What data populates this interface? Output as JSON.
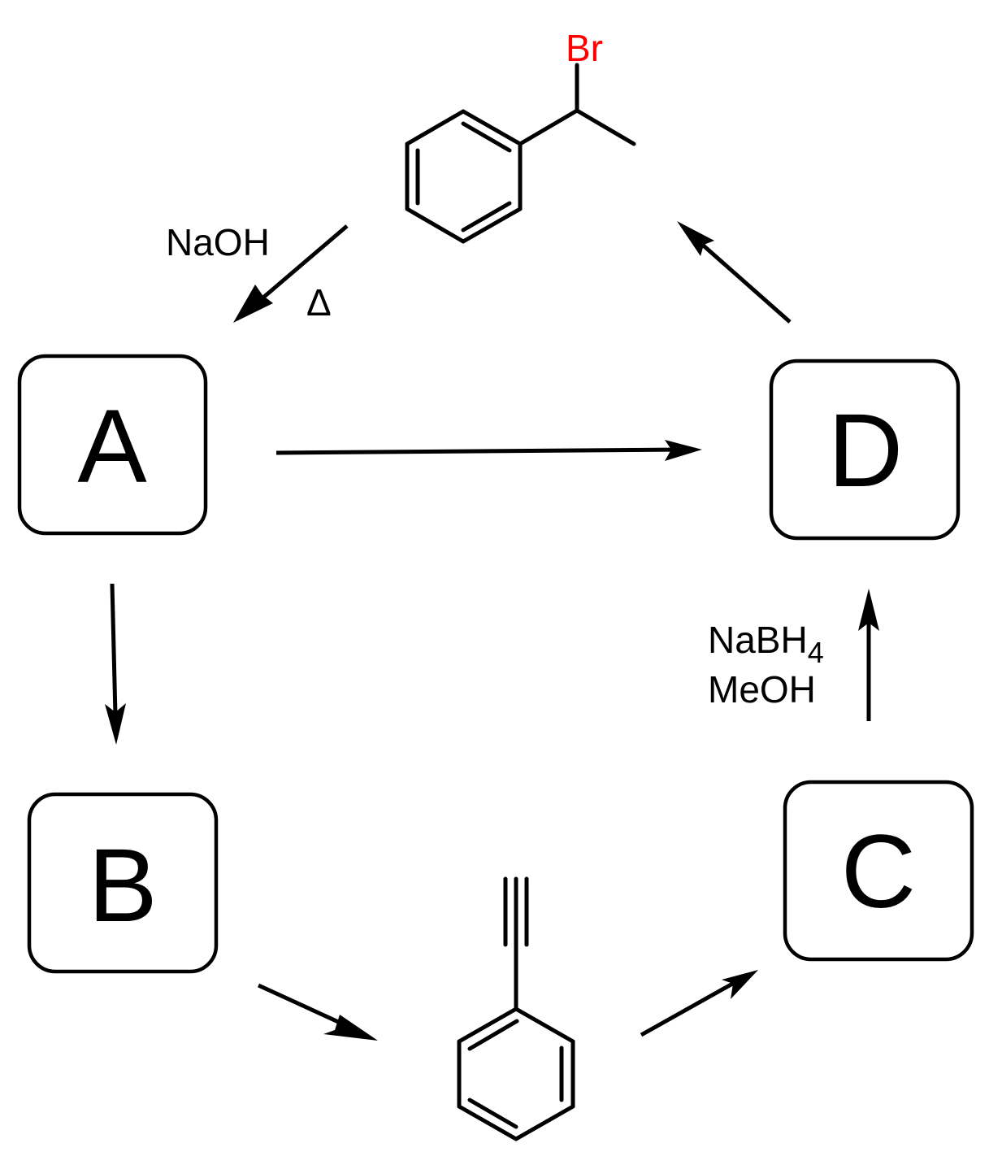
{
  "title": "Reaction scheme: 1-bromo-1-phenylethane cycle through unknowns A, B, C, D",
  "colors": {
    "bromine": "#ff0000",
    "bond": "#000000",
    "background": "#ffffff"
  },
  "compounds": {
    "start": {
      "name": "(1-bromoethyl)benzene",
      "heteroatom_label": "Br"
    },
    "alkyne": {
      "name": "phenylacetylene"
    }
  },
  "boxes": {
    "A": "A",
    "B": "B",
    "C": "C",
    "D": "D"
  },
  "reagents": {
    "start_to_A": {
      "line1": "NaOH",
      "line2": "Δ"
    },
    "C_to_D": {
      "line1_main": "NaBH",
      "line1_sub": "4",
      "line2": "MeOH"
    }
  },
  "arrows": [
    {
      "from": "start",
      "to": "A",
      "label": "NaOH, Δ"
    },
    {
      "from": "A",
      "to": "D",
      "label": ""
    },
    {
      "from": "A",
      "to": "B",
      "label": ""
    },
    {
      "from": "B",
      "to": "alkyne",
      "label": ""
    },
    {
      "from": "alkyne",
      "to": "C",
      "label": ""
    },
    {
      "from": "C",
      "to": "D",
      "label": "NaBH4, MeOH"
    },
    {
      "from": "D",
      "to": "start",
      "label": ""
    }
  ]
}
